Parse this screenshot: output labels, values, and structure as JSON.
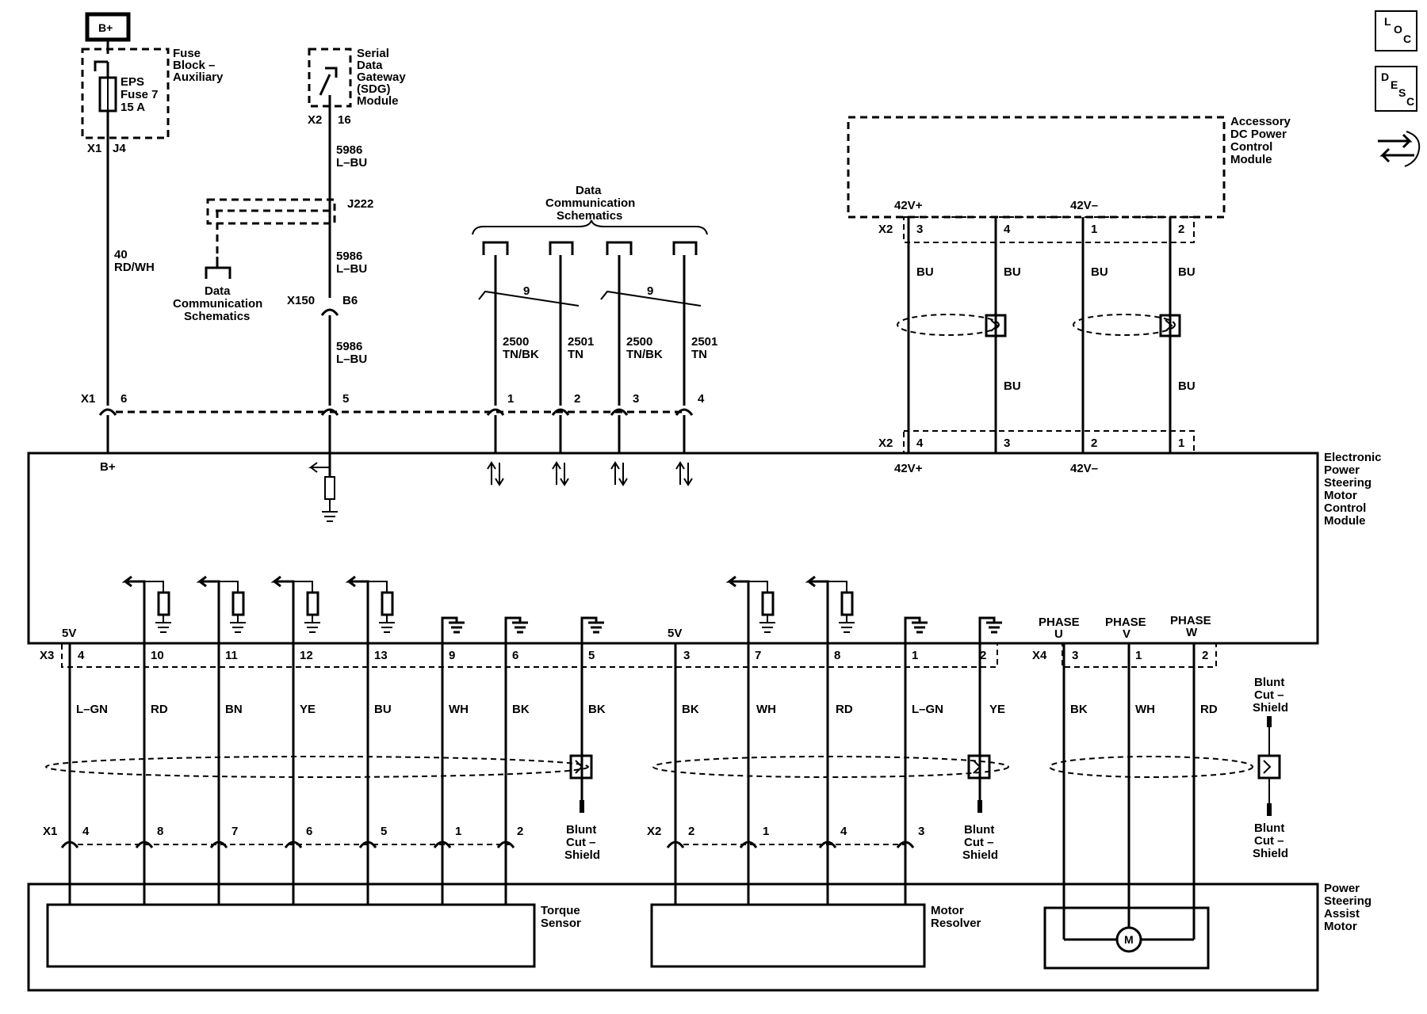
{
  "supply": {
    "bplus": "B+",
    "fuse_block": [
      "Fuse",
      "Block –",
      "Auxiliary"
    ],
    "fuse": [
      "EPS",
      "Fuse 7",
      "15 A"
    ],
    "x1": "X1",
    "j4": "J4",
    "wire_num": "40",
    "wire_color": "RD/WH",
    "ecm_x1": "X1",
    "ecm_pin": "6",
    "ecm_bplus": "B+"
  },
  "sdg": {
    "label": [
      "Serial",
      "Data",
      "Gateway",
      "(SDG)",
      "Module"
    ],
    "x2": "X2",
    "pin16": "16",
    "wire1": [
      "5986",
      "L–BU"
    ],
    "j222": "J222",
    "data_comm": [
      "Data",
      "Communication",
      "Schematics"
    ],
    "wire2": [
      "5986",
      "L–BU"
    ],
    "x150": "X150",
    "b6": "B6",
    "wire3": [
      "5986",
      "L–BU"
    ],
    "pin5": "5"
  },
  "data_comm": {
    "label": [
      "Data",
      "Communication",
      "Schematics"
    ],
    "nine_a": "9",
    "nine_b": "9",
    "wires": [
      {
        "num": "2500",
        "color": "TN/BK",
        "pin": "1"
      },
      {
        "num": "2501",
        "color": "TN",
        "pin": "2"
      },
      {
        "num": "2500",
        "color": "TN/BK",
        "pin": "3"
      },
      {
        "num": "2501",
        "color": "TN",
        "pin": "4"
      }
    ]
  },
  "acc": {
    "label": [
      "Accessory",
      "DC Power",
      "Control",
      "Module"
    ],
    "v_plus": "42V+",
    "v_minus": "42V–",
    "x2_top": "X2",
    "top_pins": [
      "3",
      "4",
      "1",
      "2"
    ],
    "colors_top": [
      "BU",
      "BU",
      "BU",
      "BU"
    ],
    "colors_bottom": [
      "BU",
      "BU"
    ],
    "x2_bottom": "X2",
    "bottom_pins": [
      "4",
      "3",
      "2",
      "1"
    ],
    "ecm_v_plus": "42V+",
    "ecm_v_minus": "42V–"
  },
  "ecm": {
    "label": [
      "Electronic",
      "Power",
      "Steering",
      "Motor",
      "Control",
      "Module"
    ],
    "five_v_a": "5V",
    "five_v_b": "5V",
    "phase_u": [
      "PHASE",
      "U"
    ],
    "phase_v": [
      "PHASE",
      "V"
    ],
    "phase_w": [
      "PHASE",
      "W"
    ]
  },
  "torque": {
    "x3": "X3",
    "pins": [
      "4",
      "10",
      "11",
      "12",
      "13",
      "9",
      "6",
      "5"
    ],
    "colors": [
      "L–GN",
      "RD",
      "BN",
      "YE",
      "BU",
      "WH",
      "BK",
      "BK"
    ],
    "x1": "X1",
    "sensor_pins": [
      "4",
      "8",
      "7",
      "6",
      "5",
      "1",
      "2"
    ],
    "shield": [
      "Blunt",
      "Cut –",
      "Shield"
    ],
    "label": [
      "Torque",
      "Sensor"
    ]
  },
  "resolver": {
    "pins": [
      "3",
      "7",
      "8",
      "1",
      "2"
    ],
    "colors": [
      "BK",
      "WH",
      "RD",
      "L–GN",
      "YE"
    ],
    "x2": "X2",
    "sensor_pins": [
      "2",
      "1",
      "4",
      "3"
    ],
    "shield": [
      "Blunt",
      "Cut –",
      "Shield"
    ],
    "label": [
      "Motor",
      "Resolver"
    ]
  },
  "motor": {
    "x4": "X4",
    "pins": [
      "3",
      "1",
      "2"
    ],
    "colors": [
      "BK",
      "WH",
      "RD"
    ],
    "shield_top": [
      "Blunt",
      "Cut –",
      "Shield"
    ],
    "shield_bottom": [
      "Blunt",
      "Cut –",
      "Shield"
    ],
    "m": "M",
    "label": [
      "Power",
      "Steering",
      "Assist",
      "Motor"
    ]
  },
  "icons": {
    "loc": [
      "L",
      "O",
      "C"
    ],
    "desc": [
      "D",
      "E",
      "S",
      "C"
    ],
    "connector_icon": "connector-swap-icon"
  }
}
